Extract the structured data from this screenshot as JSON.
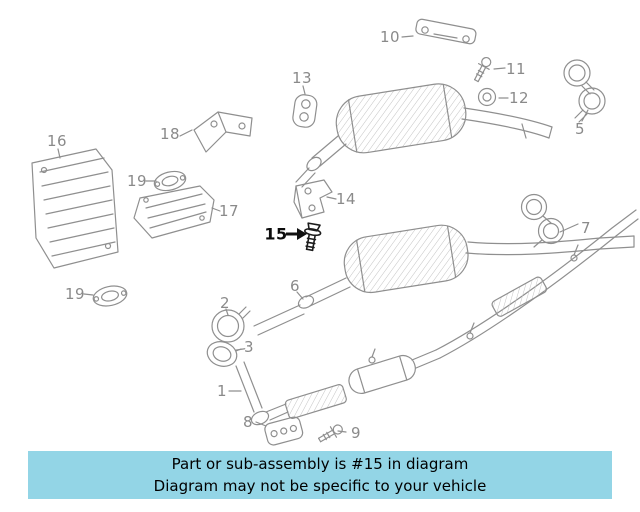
{
  "diagram": {
    "labels": [
      {
        "part": "10",
        "text": "10"
      },
      {
        "part": "11",
        "text": "11"
      },
      {
        "part": "12",
        "text": "12"
      },
      {
        "part": "13",
        "text": "13"
      },
      {
        "part": "5",
        "text": "5"
      },
      {
        "part": "16",
        "text": "16"
      },
      {
        "part": "18",
        "text": "18"
      },
      {
        "part": "19",
        "text": "19"
      },
      {
        "part": "17",
        "text": "17"
      },
      {
        "part": "14",
        "text": "14"
      },
      {
        "part": "7",
        "text": "7"
      },
      {
        "part": "6",
        "text": "6"
      },
      {
        "part": "2",
        "text": "2"
      },
      {
        "part": "3",
        "text": "3"
      },
      {
        "part": "19",
        "text": "19"
      },
      {
        "part": "1",
        "text": "1"
      },
      {
        "part": "8",
        "text": "8"
      },
      {
        "part": "9",
        "text": "9"
      }
    ],
    "highlight": {
      "part": "15",
      "text": "15",
      "marker": "black-arrow-right"
    }
  },
  "banner": {
    "line1": "Part or sub-assembly is #15 in diagram",
    "line2": "Diagram may not be specific to your vehicle",
    "bg_color": "#93d5e6",
    "text_color": "#000000"
  },
  "colors": {
    "diagram_line": "#8f8f8f",
    "label_text": "#8a8a8a",
    "highlight": "#111111",
    "page_bg": "#ffffff"
  }
}
